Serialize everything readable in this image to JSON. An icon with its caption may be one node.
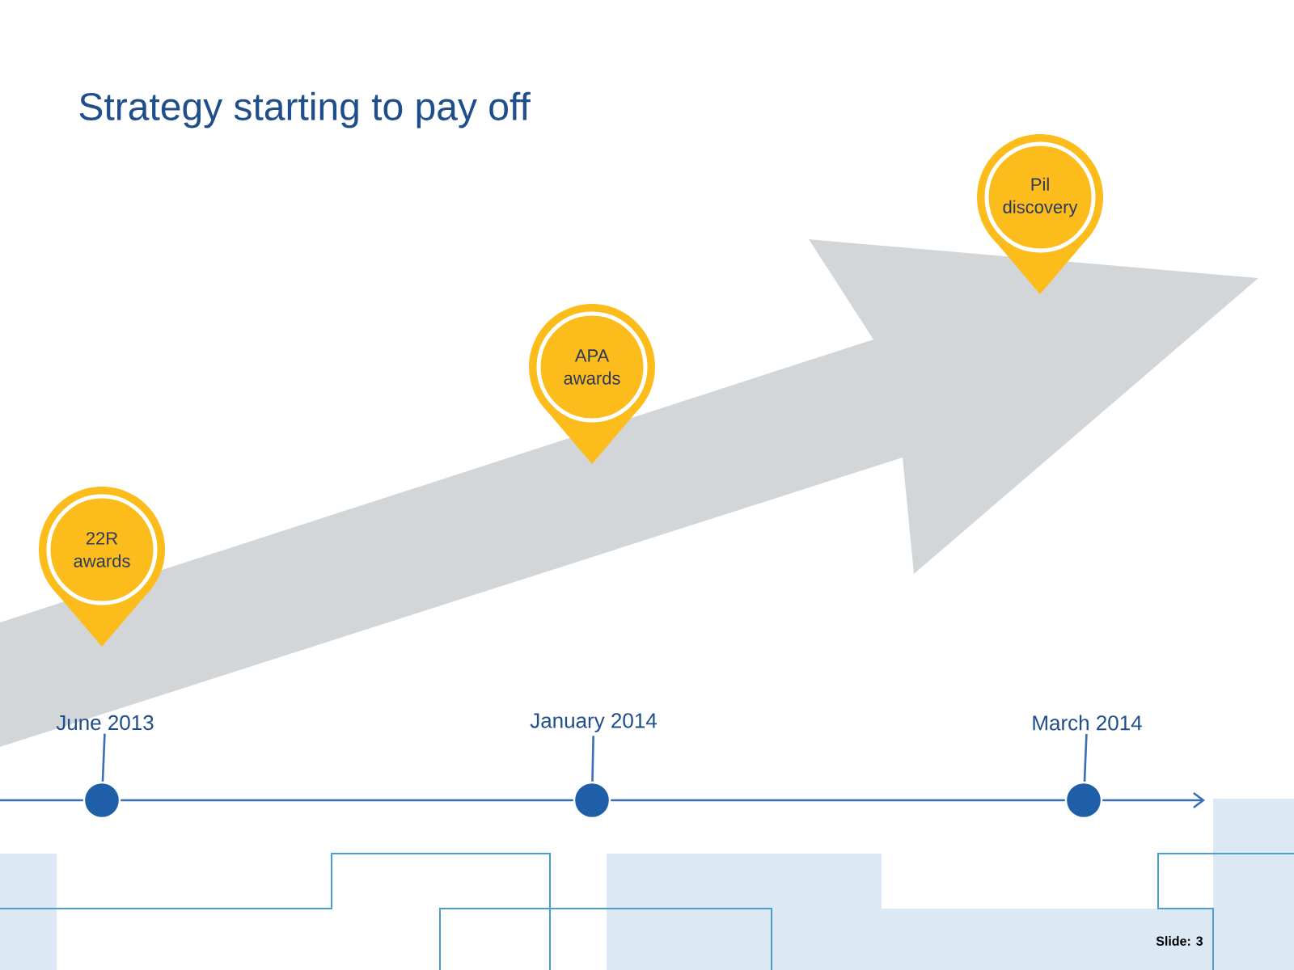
{
  "diagram": {
    "title": "Strategy starting to pay off",
    "nodes": [
      {
        "text": [
          "22R awards"
        ]
      },
      {
        "text": [
          "APA awards"
        ]
      },
      {
        "text": [
          "Pil discovery"
        ]
      },
      {
        "text": [
          "June 2013"
        ]
      },
      {
        "text": [
          "January 2014"
        ]
      },
      {
        "text": [
          "March 2014"
        ]
      },
      {
        "text": [],
        "shape": "circle"
      },
      {
        "text": [],
        "shape": "circle"
      },
      {
        "text": [],
        "shape": "circle"
      }
    ],
    "edges": [
      {
        "from": 3,
        "to": 6,
        "arrow": "none"
      },
      {
        "from": 4,
        "to": 7,
        "arrow": "none"
      },
      {
        "from": 5,
        "to": 8,
        "arrow": "none"
      },
      {
        "from": null,
        "to": 6,
        "arrow": "none"
      },
      {
        "from": 6,
        "to": 7,
        "arrow": "none"
      },
      {
        "from": 7,
        "to": 8,
        "arrow": "none"
      },
      {
        "from": 8,
        "to": null,
        "arrow": "to"
      }
    ],
    "labels": [
      "Slide: 3"
    ]
  }
}
